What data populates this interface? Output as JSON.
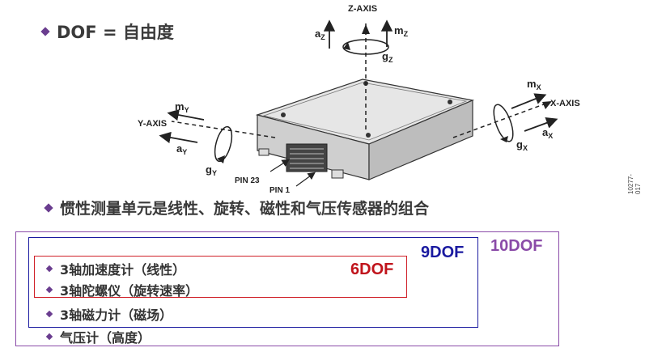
{
  "heading_dof": "DOF = 自由度",
  "diagram": {
    "z_axis": "Z-AXIS",
    "x_axis": "X-AXIS",
    "y_axis": "Y-AXIS",
    "az": "a",
    "az_sub": "Z",
    "gz": "g",
    "gz_sub": "Z",
    "mz": "m",
    "mz_sub": "Z",
    "mx": "m",
    "mx_sub": "X",
    "ax": "a",
    "ax_sub": "X",
    "gx": "g",
    "gx_sub": "X",
    "my": "m",
    "my_sub": "Y",
    "ay": "a",
    "ay_sub": "Y",
    "gy": "g",
    "gy_sub": "Y",
    "pin23": "PIN 23",
    "pin1": "PIN 1",
    "figure_code": "10277-017"
  },
  "heading_imu": "惯性测量单元是线性、旋转、磁性和气压传感器的组合",
  "groups": {
    "dof10": "10DOF",
    "dof9": "9DOF",
    "dof6": "6DOF"
  },
  "items": [
    "3轴加速度计（线性）",
    "3轴陀螺仪（旋转速率）",
    "3轴磁力计（磁场）",
    "气压计（高度）"
  ],
  "colors": {
    "bullet": "#6a3d8f",
    "dof10": "#8a4ba8",
    "dof9": "#1a1aa0",
    "dof6": "#c0141c"
  }
}
